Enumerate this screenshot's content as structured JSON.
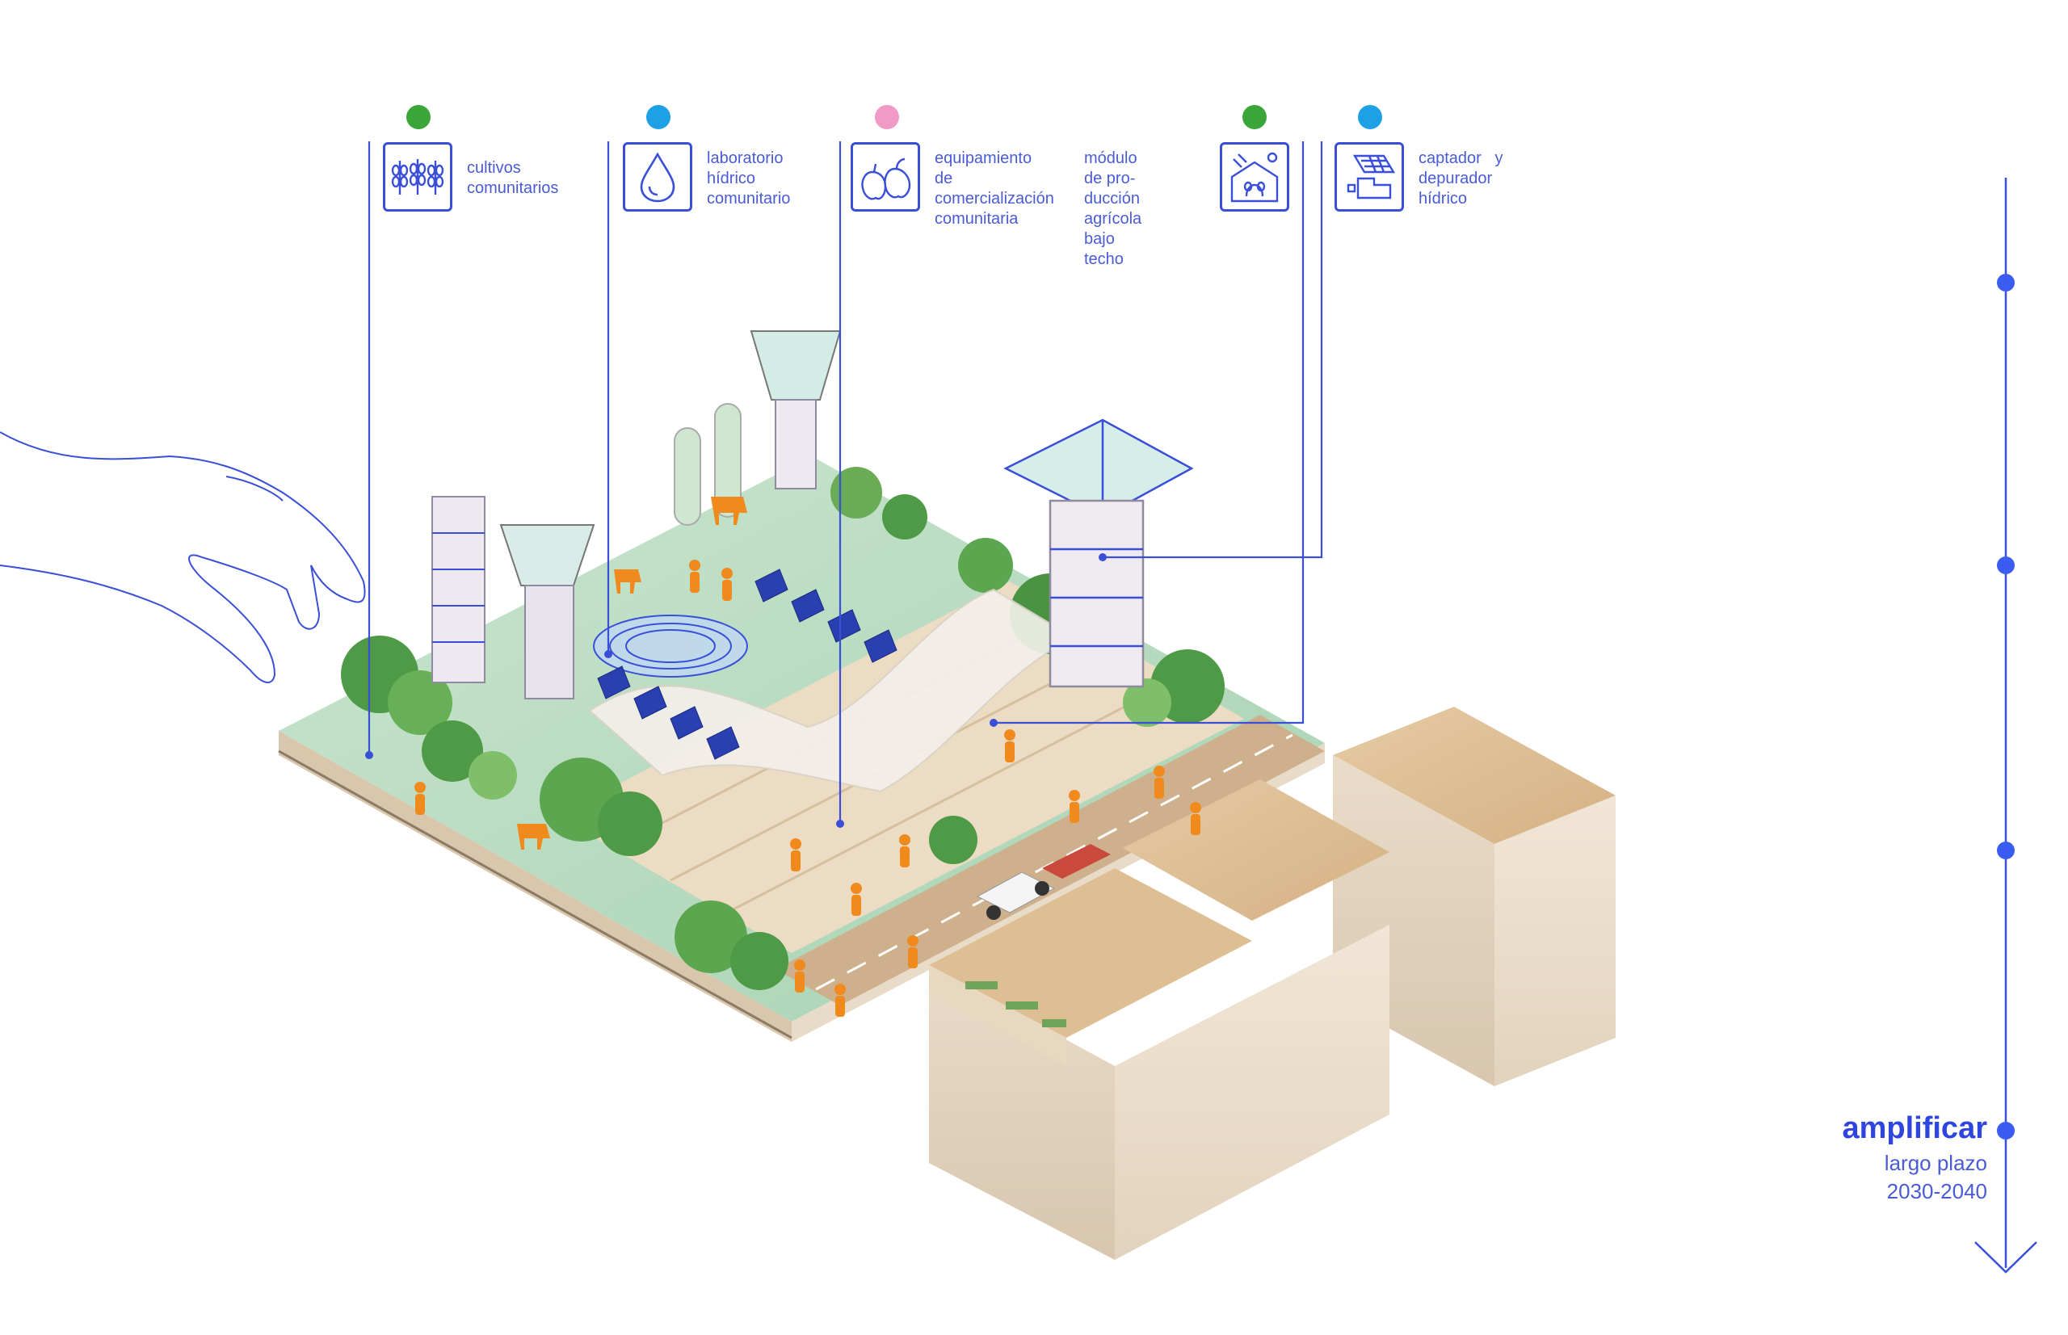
{
  "colors": {
    "line": "#3a4fd8",
    "green": "#3aa63a",
    "blue": "#1ea0e6",
    "pink": "#f29ac6",
    "figure": "#f08a1c"
  },
  "legend": [
    {
      "dot_color": "green",
      "icon": "crops-icon",
      "lines": [
        "cultivos",
        "comunitarios"
      ]
    },
    {
      "dot_color": "blue",
      "icon": "water-drop-icon",
      "lines": [
        "laboratorio",
        "hídrico",
        "comunitario"
      ]
    },
    {
      "dot_color": "pink",
      "icon": "fruit-icon",
      "lines": [
        "equipamiento de",
        "comercialización",
        "comunitaria"
      ]
    },
    {
      "dot_color": "green",
      "icon": "greenhouse-icon",
      "lines": [
        "módulo de pro-",
        "ducción agrícola",
        "bajo techo"
      ]
    },
    {
      "dot_color": "blue",
      "icon": "water-collector-icon",
      "lines": [
        "captador   y",
        "depurador",
        "hídrico"
      ]
    }
  ],
  "timeline": {
    "title": "amplificar",
    "subtitle": "largo plazo",
    "years": "2030-2040"
  }
}
